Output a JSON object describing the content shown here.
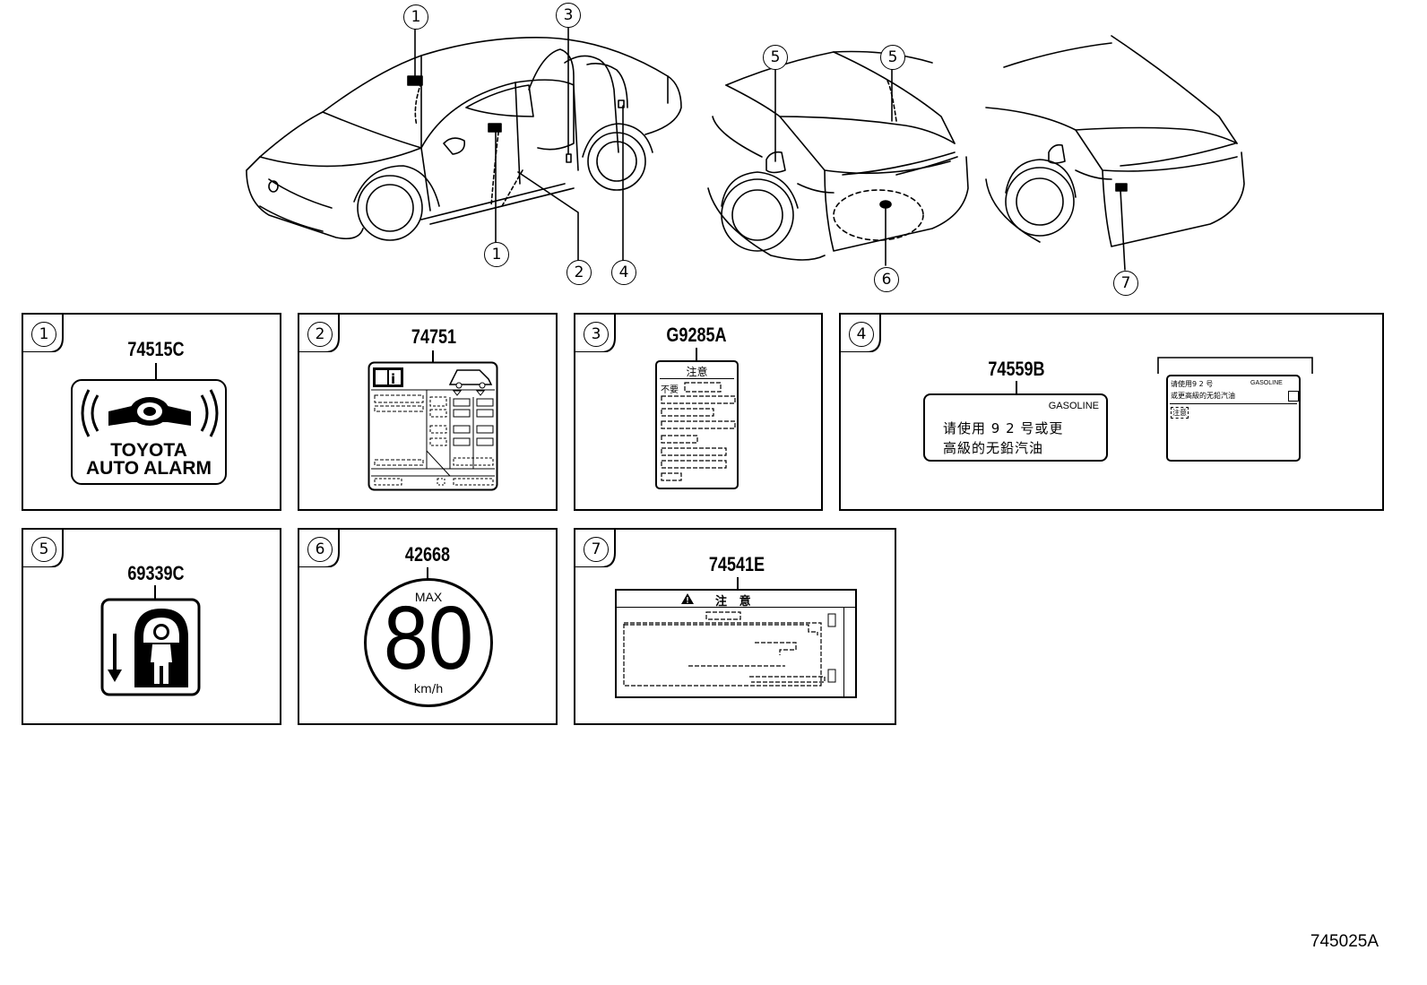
{
  "callouts": [
    "1",
    "2",
    "3",
    "4",
    "5",
    "6",
    "7"
  ],
  "panels": [
    {
      "num": "1",
      "part": "74515C",
      "label_lines": [
        "TOYOTA",
        "AUTO ALARM"
      ]
    },
    {
      "num": "2",
      "part": "74751"
    },
    {
      "num": "3",
      "part": "G9285A",
      "title": "注意",
      "row_label": "不要"
    },
    {
      "num": "4",
      "part": "74559B",
      "heading": "GASOLINE",
      "lines": [
        "请使用 9 2 号或更",
        "高級的无鉛汽油"
      ],
      "small_heading": "GASOLINE",
      "small_lines": [
        "请使用9 2 号",
        "或更高級的无鉛汽油"
      ],
      "small_note": "注意"
    },
    {
      "num": "5",
      "part": "69339C"
    },
    {
      "num": "6",
      "part": "42668",
      "top": "MAX",
      "value": "80",
      "unit": "km/h"
    },
    {
      "num": "7",
      "part": "74541E",
      "header": "注   意"
    }
  ],
  "figure_id": "745025A",
  "icons": [
    "car-front-side-view",
    "car-rear-view",
    "car-rear-view-2",
    "alarm-siren-icon",
    "info-book-icon",
    "child-lock-icon"
  ]
}
